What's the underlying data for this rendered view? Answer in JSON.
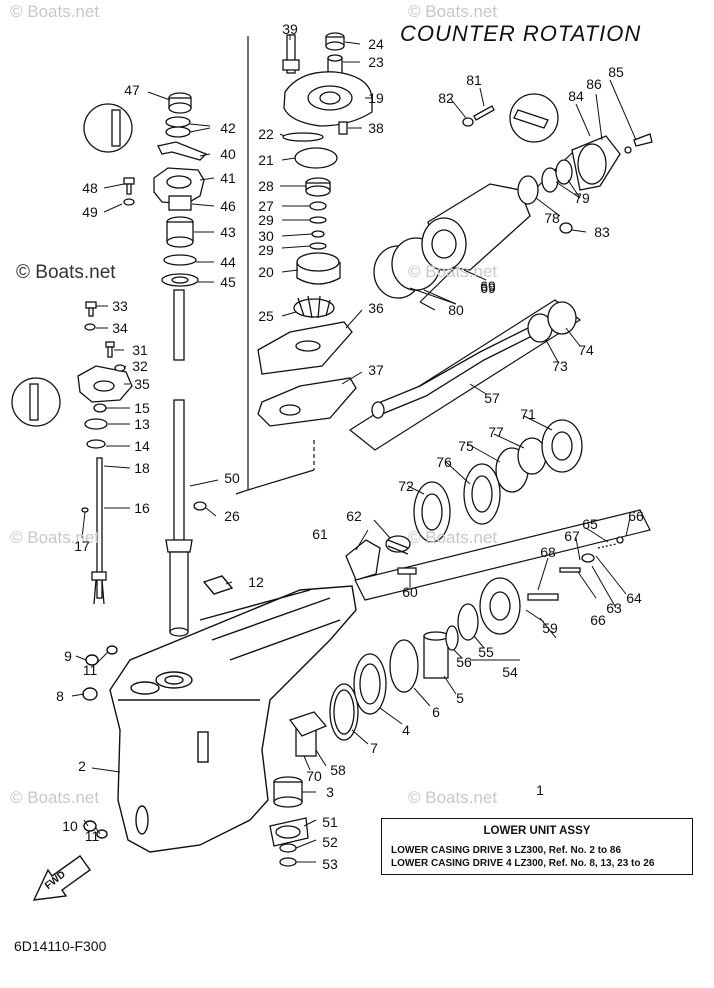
{
  "title": "COUNTER ROTATION",
  "diagram_code": "6D14110-F300",
  "watermark": "© Boats.net",
  "fwd_label": "FWD",
  "legend": {
    "number": "1",
    "title": "LOWER UNIT ASSY",
    "lines": [
      "LOWER CASING DRIVE 3 LZ300, Ref. No. 2 to 86",
      "LOWER CASING DRIVE 4 LZ300, Ref. No. 8, 13, 23 to 26"
    ]
  },
  "callouts": [
    "39",
    "24",
    "23",
    "19",
    "22",
    "38",
    "21",
    "28",
    "27",
    "29",
    "30",
    "29",
    "20",
    "25",
    "36",
    "37",
    "47",
    "42",
    "40",
    "41",
    "48",
    "49",
    "46",
    "43",
    "44",
    "45",
    "33",
    "34",
    "31",
    "32",
    "35",
    "15",
    "13",
    "14",
    "18",
    "16",
    "17",
    "50",
    "26",
    "12",
    "9",
    "11",
    "8",
    "2",
    "10",
    "11",
    "3",
    "51",
    "52",
    "53",
    "58",
    "70",
    "7",
    "6",
    "4",
    "5",
    "56",
    "55",
    "54",
    "59",
    "69",
    "66",
    "63",
    "64",
    "68",
    "67",
    "65",
    "66",
    "61",
    "62",
    "60",
    "72",
    "76",
    "75",
    "77",
    "71",
    "57",
    "73",
    "74",
    "80",
    "69",
    "78",
    "79",
    "83",
    "82",
    "81",
    "86",
    "85",
    "84"
  ]
}
